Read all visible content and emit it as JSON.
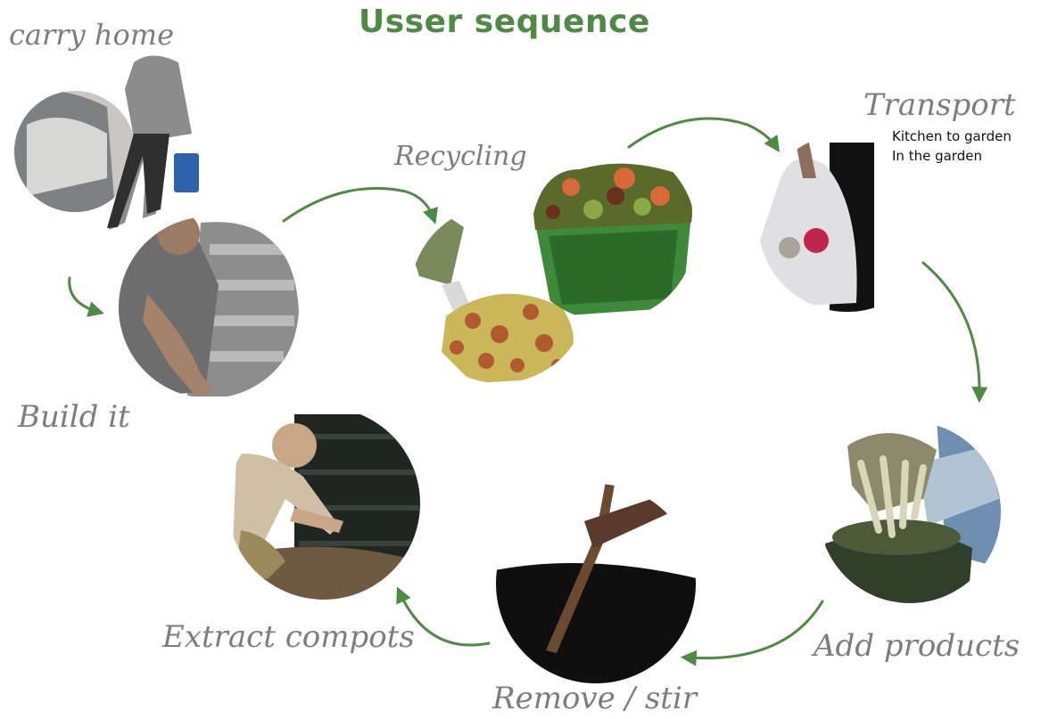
{
  "title": "Usser sequence",
  "steps": {
    "carry_home": "carry home",
    "build_it": "Build it",
    "recycling": "Recycling",
    "transport": "Transport",
    "transport_sub1": "Kitchen to garden",
    "transport_sub2": "In the garden",
    "add_products": "Add products",
    "remove_stir": "Remove / stir",
    "extract_compost": "Extract compots"
  },
  "colors": {
    "arrow": "#4f8a45",
    "title": "#4f8a45",
    "label": "#7d7d7d"
  }
}
